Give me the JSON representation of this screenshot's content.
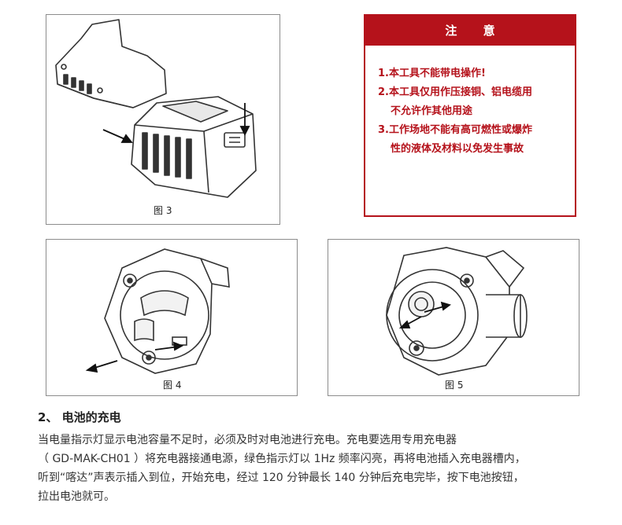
{
  "figures": {
    "fig3_caption": "图 3",
    "fig4_caption": "图 4",
    "fig5_caption": "图 5"
  },
  "notice": {
    "title": "注 意",
    "items": [
      {
        "num": "1.",
        "lines": [
          "本工具不能带电操作!"
        ]
      },
      {
        "num": "2.",
        "lines": [
          "本工具仅用作压接铜、铝电缆用",
          "不允许作其他用途"
        ]
      },
      {
        "num": "3.",
        "lines": [
          "工作场地不能有高可燃性或爆炸",
          "性的液体及材料以免发生事故"
        ]
      }
    ]
  },
  "section": {
    "title": "2、  电池的充电",
    "lines": [
      "当电量指示灯显示电池容量不足时，必须及时对电池进行充电。充电要选用专用充电器",
      "（ GD-MAK-CH01 ）将充电器接通电源，绿色指示灯以 1Hz 频率闪亮，再将电池插入充电器槽内，",
      "听到“喀达”声表示插入到位，开始充电，经过 120 分钟最长 140 分钟后充电完毕，按下电池按钮，",
      "拉出电池就可。"
    ]
  },
  "colors": {
    "accent": "#b5121b",
    "border": "#8c8c8c",
    "text": "#333333"
  }
}
